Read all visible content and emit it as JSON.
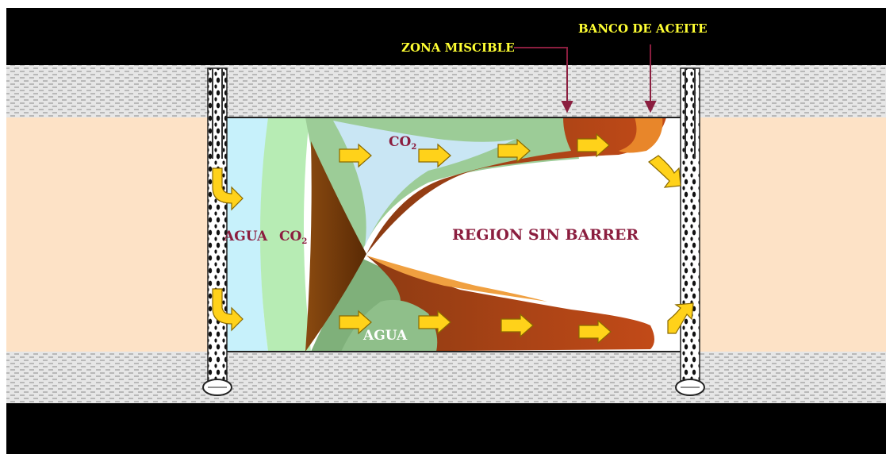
{
  "labels": {
    "zona_miscible": "ZONA MISCIBLE",
    "banco_de_aceite": "BANCO DE ACEITE",
    "agua_left": "AGUA",
    "co2_left_base": "CO",
    "co2_left_sub": "2",
    "co2_top_base": "CO",
    "co2_top_sub": "2",
    "region_sin_barrer": "REGION SIN BARRER",
    "agua_bottom": "AGUA"
  },
  "colors": {
    "cap_rock": "#000000",
    "shale": "#d8d8d8",
    "reservoir": "#fde2c6",
    "water_bank": "#c7f1fb",
    "co2_bank": "#b7ecb4",
    "mixing_zone": "#8fbf8a",
    "oil_bank": "#a0481a",
    "miscible_front": "#e8862a",
    "label_yellow": "#ffff33",
    "label_red": "#8b1e3f",
    "arrow_fill": "#ffd21a",
    "pointer_line": "#8b1e3f"
  }
}
